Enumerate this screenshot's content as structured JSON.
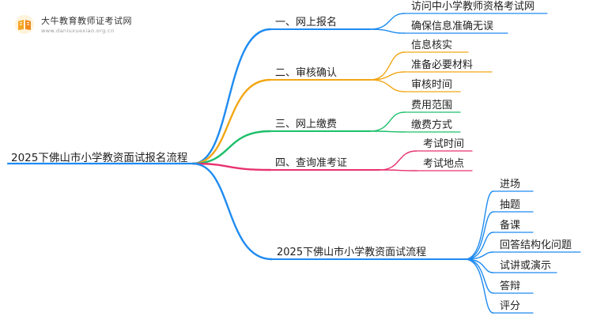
{
  "logo": {
    "title": "大牛教育教师证考试网",
    "url": "www.daniuxuexiao.org.cn",
    "icon": "open-book-icon"
  },
  "root": {
    "label": "2025下佛山市小学教资面试报名流程"
  },
  "branches": [
    {
      "label": "一、网上报名",
      "color": "#1E8BF0",
      "children": [
        "访问中小学教师资格考试网",
        "确保信息准确无误"
      ]
    },
    {
      "label": "二、审核确认",
      "color": "#F2A614",
      "children": [
        "信息核实",
        "准备必要材料",
        "审核时间"
      ]
    },
    {
      "label": "三、网上缴费",
      "color": "#1CBF6A",
      "children": [
        "费用范围",
        "缴费方式"
      ]
    },
    {
      "label": "四、查询准考证",
      "color": "#E8336E",
      "children": [
        "考试时间",
        "考试地点"
      ]
    },
    {
      "label": "2025下佛山市小学教资面试流程",
      "color": "#1E8BF0",
      "children": [
        "进场",
        "抽题",
        "备课",
        "回答结构化问题",
        "试讲或演示",
        "答辩",
        "评分"
      ]
    }
  ]
}
